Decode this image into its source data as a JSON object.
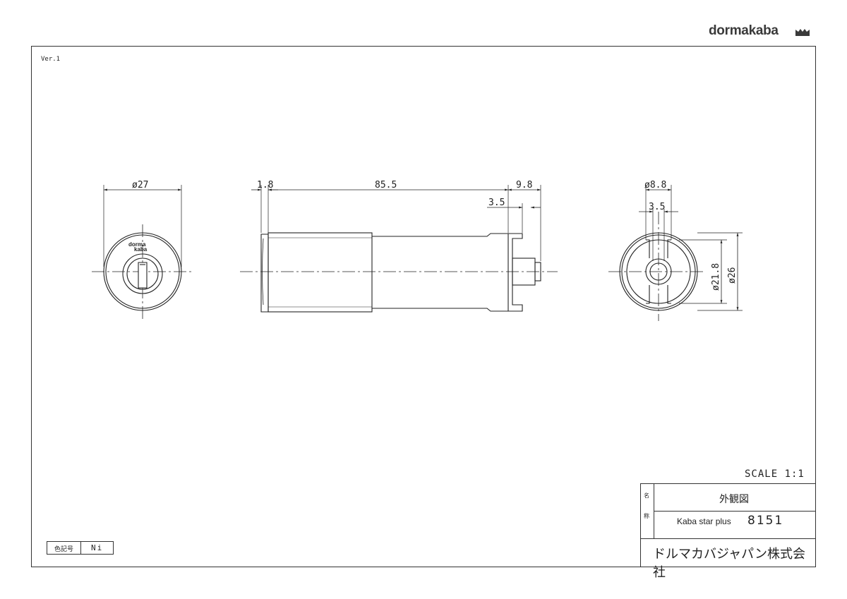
{
  "brand": {
    "logo_text": "dormakaba"
  },
  "sheet": {
    "version": "Ver.1",
    "scale": "SCALE  1:1"
  },
  "dimensions": {
    "front_diameter": "ø27",
    "side_flange": "1.8",
    "side_length": "85.5",
    "side_tail": "9.8",
    "side_tail_step": "3.5",
    "rear_inner_dia": "ø8.8",
    "rear_slot": "3.5",
    "rear_mid_dia": "ø21.8",
    "rear_outer_dia": "ø26"
  },
  "face_marking": {
    "line1": "dorma",
    "line2": "kaba"
  },
  "title_block": {
    "name_label_1": "名",
    "name_label_2": "称",
    "drawing_title": "外観図",
    "product": "Kaba star plus",
    "model": "8151",
    "company": "ドルマカバジャパン株式会社"
  },
  "color_code": {
    "label": "色記号",
    "value": "Ni"
  }
}
